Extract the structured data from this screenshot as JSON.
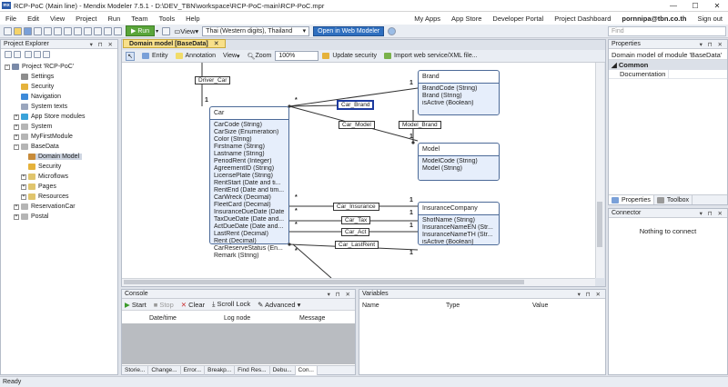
{
  "window": {
    "title": "RCP-PoC (Main line) - Mendix Modeler 7.5.1 - D:\\DEV_TBN\\workspace\\RCP-PoC-main\\RCP-PoC.mpr",
    "app_icon_text": "mx",
    "minimize": "—",
    "maximize": "☐",
    "close": "✕"
  },
  "menu": {
    "items": [
      "File",
      "Edit",
      "View",
      "Project",
      "Run",
      "Team",
      "Tools",
      "Help"
    ],
    "right": [
      "My Apps",
      "App Store",
      "Developer Portal",
      "Project Dashboard",
      "pornnipa@tbn.co.th",
      "Sign out"
    ]
  },
  "toolbar": {
    "run_label": "Run",
    "view_label": "View",
    "language_value": "Thai (Western digits), Thailand",
    "open_web_label": "Open in Web Modeler",
    "find_placeholder": "Find"
  },
  "explorer": {
    "title": "Project Explorer",
    "controls": "▾ ⊓ ✕",
    "items": [
      {
        "label": "Project 'RCP-PoC'",
        "exp": "−"
      },
      {
        "label": "Settings"
      },
      {
        "label": "Security"
      },
      {
        "label": "Navigation"
      },
      {
        "label": "System texts"
      },
      {
        "label": "App Store modules",
        "exp": "+"
      },
      {
        "label": "System",
        "exp": "+"
      },
      {
        "label": "MyFirstModule",
        "exp": "+"
      },
      {
        "label": "BaseData",
        "exp": "−"
      },
      {
        "label": "Domain Model"
      },
      {
        "label": "Security"
      },
      {
        "label": "Microflows",
        "exp": "+"
      },
      {
        "label": "Pages",
        "exp": "+"
      },
      {
        "label": "Resources",
        "exp": "+"
      },
      {
        "label": "ReservationCar",
        "exp": "+"
      },
      {
        "label": "Postal",
        "exp": "+"
      }
    ]
  },
  "editor": {
    "tab_label": "Domain model [BaseData]",
    "tab_close": "✕",
    "tools": {
      "entity": "Entity",
      "annotation": "Annotation",
      "view": "View",
      "zoom": "Zoom",
      "zoom_value": "100%",
      "update_security": "Update security",
      "import": "Import web service/XML file..."
    },
    "entities": {
      "car": {
        "name": "Car",
        "attributes": [
          "CarCode (String)",
          "CarSize (Enumeration)",
          "Color (String)",
          "Firstname (String)",
          "Lastname (String)",
          "PeriodRent (Integer)",
          "AgreementID (String)",
          "LicensePlate (String)",
          "RentStart (Date and ti...",
          "RentEnd (Date and tim...",
          "CarWreck (Decimal)",
          "FleetCard (Decimal)",
          "InsuranceDueDate (Date...",
          "TaxDueDate (Date and...",
          "ActDueDate (Date and...",
          "LastRent (Decimal)",
          "Rent (Decimal)",
          "CarReserveStatus (En...",
          "Remark (String)"
        ]
      },
      "brand": {
        "name": "Brand",
        "attributes": [
          "BrandCode (String)",
          "Brand (String)",
          "isActive (Boolean)"
        ]
      },
      "model": {
        "name": "Model",
        "attributes": [
          "ModelCode (String)",
          "Model (String)"
        ]
      },
      "insurance": {
        "name": "InsuranceCompany",
        "attributes": [
          "ShotName (String)",
          "InsuranceNameEN (Str...",
          "InsuranceNameTH (Str...",
          "isActive (Boolean)"
        ]
      }
    },
    "associations": {
      "driver_car": "Driver_Car",
      "car_brand": "Car_Brand",
      "car_model": "Car_Model",
      "model_brand": "Model_Brand",
      "car_insurance": "Car_Insurance",
      "car_tax": "Car_Tax",
      "car_act": "Car_Act",
      "car_lastrent": "Car_LastRent"
    },
    "multiplicity": {
      "one": "1",
      "many": "*"
    }
  },
  "properties": {
    "title": "Properties",
    "subtitle": "Domain model of module 'BaseData'",
    "section": "Common",
    "field_label": "Documentation",
    "tabs": [
      "Properties",
      "Toolbox"
    ]
  },
  "connector": {
    "title": "Connector",
    "message": "Nothing to connect"
  },
  "console": {
    "title": "Console",
    "start": "Start",
    "stop": "Stop",
    "clear": "Clear",
    "scroll_lock": "Scroll Lock",
    "advanced": "Advanced",
    "columns": [
      "Date/time",
      "Log node",
      "Message"
    ],
    "tabs": [
      "Storie...",
      "Change...",
      "Error...",
      "Breakp...",
      "Find Res...",
      "Debu...",
      "Con..."
    ]
  },
  "variables": {
    "title": "Variables",
    "columns": [
      "Name",
      "Type",
      "Value"
    ]
  },
  "status": {
    "text": "Ready"
  },
  "colors": {
    "accent": "#2f6fbf",
    "run": "#5aa53a",
    "entity_border": "#4c6a98",
    "entity_fill": "#e6eefb",
    "tab": "#f8e08a"
  }
}
